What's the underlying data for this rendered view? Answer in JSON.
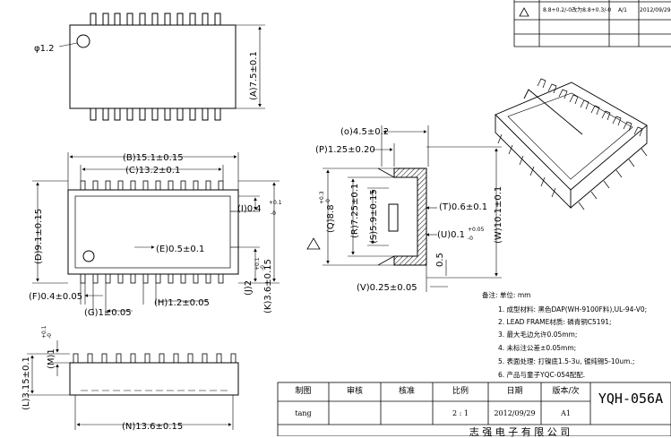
{
  "revision_table": {
    "rows": [
      {
        "mark": "!",
        "description": "8.8+0.2/-0改为8.8+0.3/-0",
        "version": "A/1",
        "date": "2012/09/29"
      }
    ]
  },
  "top_view": {
    "pin1_hole": "φ1.2",
    "width_dim": "(A)7.5±0.1"
  },
  "front_view": {
    "dims": {
      "b": "(B)15.1±0.15",
      "c": "(C)13.2±0.1",
      "d": "(D)9.1±0.15",
      "e": "(E)0.5±0.1",
      "f": "(F)0.4±0.05",
      "g": "(G)1±0.05",
      "h": "(H)1.2±0.05",
      "i": "(I)0.4",
      "i_tol_plus": "+0.1",
      "i_tol_minus": "-0",
      "j": "(J)2",
      "j_tol_plus": "+0.1",
      "j_tol_minus": "-0",
      "k": "(K)3.6±0.15"
    }
  },
  "section_view": {
    "dims": {
      "o": "(o)4.5±0.2",
      "p": "(P)1.25±0.20",
      "q": "(Q)8.8",
      "q_tol_plus": "+0.3",
      "q_tol_minus": "-0",
      "r": "(R)7.25±0.1",
      "s": "(S)5.9±0.15",
      "t": "(T)0.6±0.1",
      "u": "(U)0.1",
      "u_tol_plus": "+0.05",
      "u_tol_minus": "-0",
      "v": "(V)0.25±0.05",
      "w": "(W)10.1±0.1",
      "half": "0.5"
    }
  },
  "side_view": {
    "dims": {
      "l": "(L)3.15±0.1",
      "m": "(M)1",
      "m_tol_plus": "+0.1",
      "m_tol_minus": "-0",
      "n": "(N)13.6±0.15"
    }
  },
  "notes": {
    "title": "备注:  单位: mm",
    "items": [
      "1. 成型材料: 黑色DAP(WH-9100F料),UL-94-V0;",
      "2. LEAD  FRAME材质: 磷青铜C5191;",
      "3. 最大毛边允许0.05mm;",
      "4. 未标注公差±0.05mm;",
      "5. 表面处理: 打镍底1.5-3u, 镀纯锡5-10um.;",
      "6. 产品与童子YQC-054配配."
    ]
  },
  "title_block": {
    "headers": [
      "制图",
      "审核",
      "核准",
      "比例",
      "日期",
      "版本/次"
    ],
    "values": [
      "tang",
      "",
      "",
      "2 : 1",
      "2012/09/29",
      "A1"
    ],
    "part_number": "YQH-056A",
    "company": "志 强 电 子 有 限 公 司"
  }
}
